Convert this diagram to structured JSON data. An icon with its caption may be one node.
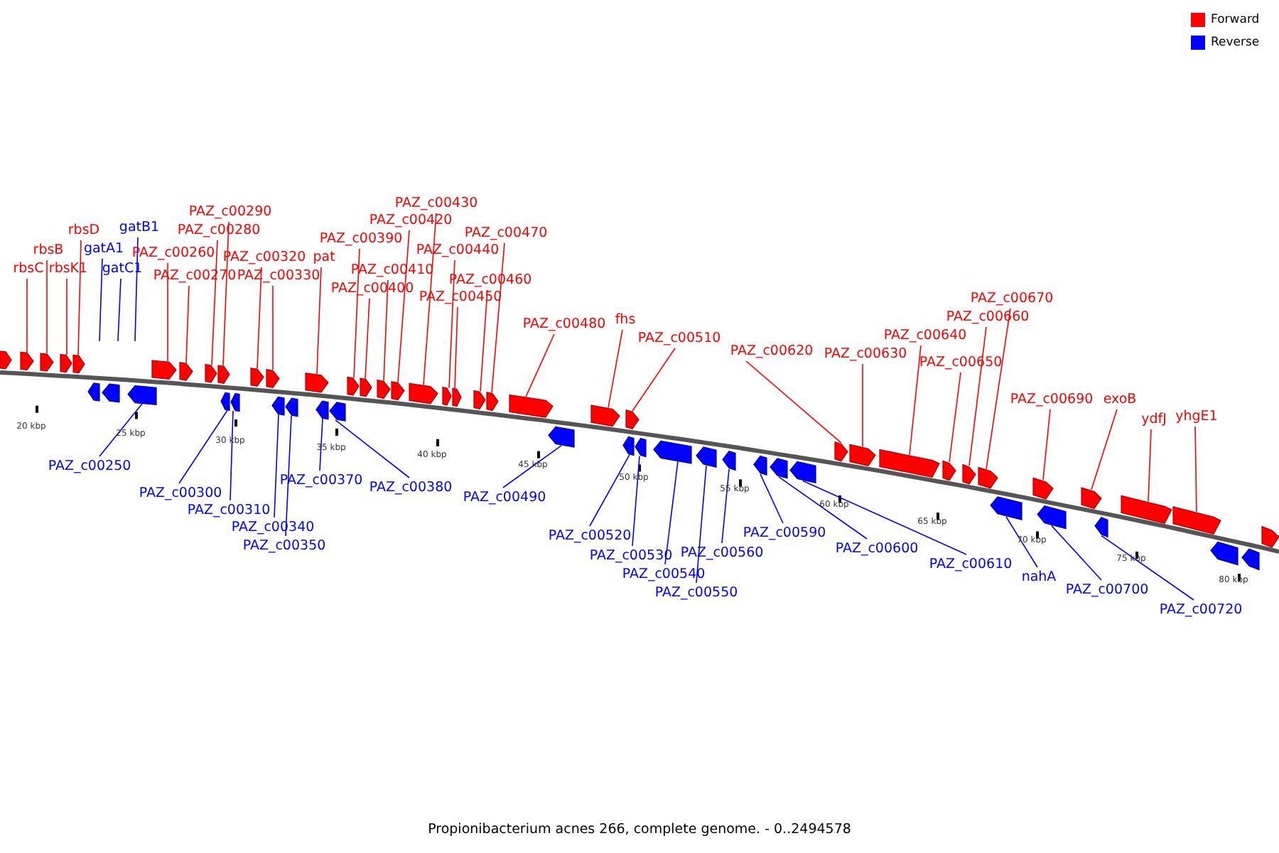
{
  "diagram": {
    "caption": "Propionibacterium acnes 266, complete genome. - 0..2494578",
    "nodes": [
      {
        "text": [
          "rbsC"
        ]
      },
      {
        "text": [
          "rbsB"
        ]
      },
      {
        "text": [
          "rbsK1"
        ]
      },
      {
        "text": [
          "rbsD"
        ]
      },
      {
        "text": [
          "gatA1"
        ]
      },
      {
        "text": [
          "gatC1"
        ]
      },
      {
        "text": [
          "gatB1"
        ]
      },
      {
        "text": [
          "PAZ_c00260"
        ]
      },
      {
        "text": [
          "PAZ_c00270"
        ]
      },
      {
        "text": [
          "PAZ_c00280"
        ]
      },
      {
        "text": [
          "PAZ_c00290"
        ]
      },
      {
        "text": [
          "PAZ_c00320"
        ]
      },
      {
        "text": [
          "PAZ_c00330"
        ]
      },
      {
        "text": [
          "pat"
        ]
      },
      {
        "text": [
          "PAZ_c00390"
        ]
      },
      {
        "text": [
          "PAZ_c00400"
        ]
      },
      {
        "text": [
          "PAZ_c00410"
        ]
      },
      {
        "text": [
          "PAZ_c00420"
        ]
      },
      {
        "text": [
          "PAZ_c00430"
        ]
      },
      {
        "text": [
          "PAZ_c00440"
        ]
      },
      {
        "text": [
          "PAZ_c00450"
        ]
      },
      {
        "text": [
          "PAZ_c00460"
        ]
      },
      {
        "text": [
          "PAZ_c00470"
        ]
      },
      {
        "text": [
          "PAZ_c00480"
        ]
      },
      {
        "text": [
          "fhs"
        ]
      },
      {
        "text": [
          "PAZ_c00510"
        ]
      },
      {
        "text": [
          "PAZ_c00620"
        ]
      },
      {
        "text": [
          "PAZ_c00630"
        ]
      },
      {
        "text": [
          "PAZ_c00640"
        ]
      },
      {
        "text": [
          "PAZ_c00650"
        ]
      },
      {
        "text": [
          "PAZ_c00660"
        ]
      },
      {
        "text": [
          "PAZ_c00670"
        ]
      },
      {
        "text": [
          "PAZ_c00690"
        ]
      },
      {
        "text": [
          "exoB"
        ]
      },
      {
        "text": [
          "ydfJ"
        ]
      },
      {
        "text": [
          "yhgE1"
        ]
      },
      {
        "text": [
          "PAZ_c00250"
        ]
      },
      {
        "text": [
          "PAZ_c00300"
        ]
      },
      {
        "text": [
          "PAZ_c00310"
        ]
      },
      {
        "text": [
          "PAZ_c00340"
        ]
      },
      {
        "text": [
          "PAZ_c00350"
        ]
      },
      {
        "text": [
          "PAZ_c00370"
        ]
      },
      {
        "text": [
          "PAZ_c00380"
        ]
      },
      {
        "text": [
          "PAZ_c00490"
        ]
      },
      {
        "text": [
          "PAZ_c00520"
        ]
      },
      {
        "text": [
          "PAZ_c00530"
        ]
      },
      {
        "text": [
          "PAZ_c00540"
        ]
      },
      {
        "text": [
          "PAZ_c00550"
        ]
      },
      {
        "text": [
          "PAZ_c00560"
        ]
      },
      {
        "text": [
          "PAZ_c00590"
        ]
      },
      {
        "text": [
          "PAZ_c00600"
        ]
      },
      {
        "text": [
          "PAZ_c00610"
        ]
      },
      {
        "text": [
          "nahA"
        ]
      },
      {
        "text": [
          "PAZ_c00700"
        ]
      },
      {
        "text": [
          "PAZ_c00720"
        ]
      },
      {
        "text": [],
        "shape": "arrow"
      },
      {
        "text": [],
        "shape": "arrow"
      },
      {
        "text": [],
        "shape": "arrow"
      },
      {
        "text": [],
        "shape": "arrow"
      },
      {
        "text": [],
        "shape": "arrow"
      },
      {
        "text": [],
        "shape": "arrow"
      },
      {
        "text": [],
        "shape": "arrow"
      },
      {
        "text": [],
        "shape": "arrow"
      },
      {
        "text": [],
        "shape": "arrow"
      },
      {
        "text": [],
        "shape": "arrow"
      },
      {
        "text": [],
        "shape": "arrow"
      },
      {
        "text": [],
        "shape": "arrow"
      },
      {
        "text": [],
        "shape": "arrow"
      },
      {
        "text": [],
        "shape": "arrow"
      },
      {
        "text": [],
        "shape": "arrow"
      },
      {
        "text": [],
        "shape": "arrow"
      },
      {
        "text": [],
        "shape": "arrow"
      },
      {
        "text": [],
        "shape": "arrow"
      },
      {
        "text": [],
        "shape": "arrow"
      },
      {
        "text": [],
        "shape": "arrow"
      },
      {
        "text": [],
        "shape": "arrow"
      },
      {
        "text": [],
        "shape": "arrow"
      },
      {
        "text": [],
        "shape": "arrow"
      },
      {
        "text": [],
        "shape": "arrow"
      },
      {
        "text": [],
        "shape": "arrow"
      },
      {
        "text": [],
        "shape": "arrow"
      },
      {
        "text": [],
        "shape": "arrow"
      },
      {
        "text": [],
        "shape": "arrow"
      },
      {
        "text": [],
        "shape": "arrow"
      },
      {
        "text": [],
        "shape": "arrow"
      },
      {
        "text": [],
        "shape": "arrow"
      },
      {
        "text": [],
        "shape": "arrow"
      },
      {
        "text": [],
        "shape": "arrow"
      },
      {
        "text": [],
        "shape": "arrow"
      },
      {
        "text": [],
        "shape": "arrow"
      },
      {
        "text": [],
        "shape": "arrow"
      },
      {
        "text": [],
        "shape": "arrow"
      },
      {
        "text": [],
        "shape": "arrow"
      },
      {
        "text": [],
        "shape": "arrow"
      },
      {
        "text": [],
        "shape": "arrow"
      },
      {
        "text": [],
        "shape": "arrow"
      },
      {
        "text": [],
        "shape": "arrow"
      },
      {
        "text": [],
        "shape": "arrow"
      },
      {
        "text": [],
        "shape": "arrow"
      },
      {
        "text": [],
        "shape": "arrow"
      },
      {
        "text": [],
        "shape": "arrow"
      },
      {
        "text": [],
        "shape": "arrow"
      },
      {
        "text": [],
        "shape": "arrow"
      },
      {
        "text": [],
        "shape": "arrow"
      },
      {
        "text": [],
        "shape": "arrow"
      },
      {
        "text": [],
        "shape": "arrow"
      },
      {
        "text": [],
        "shape": "arrow"
      },
      {
        "text": [],
        "shape": "arrow"
      },
      {
        "text": [],
        "shape": "arrow"
      },
      {
        "text": [],
        "shape": "arrow"
      },
      {
        "text": [],
        "shape": "arrow"
      },
      {
        "text": [],
        "shape": "arrow"
      },
      {
        "text": [],
        "shape": "arrow"
      }
    ],
    "edges": [
      {
        "from": 0,
        "to": 55,
        "arrow": "none"
      },
      {
        "from": 1,
        "to": 56,
        "arrow": "none"
      },
      {
        "from": 2,
        "to": 57,
        "arrow": "none"
      },
      {
        "from": 3,
        "to": 58,
        "arrow": "none"
      },
      {
        "from": 4,
        "to": null,
        "arrow": "none",
        "color": "#0000ff"
      },
      {
        "from": 5,
        "to": null,
        "arrow": "none",
        "color": "#0000ff"
      },
      {
        "from": 6,
        "to": null,
        "arrow": "none",
        "color": "#0000ff"
      },
      {
        "from": 7,
        "to": 60,
        "arrow": "none"
      },
      {
        "from": 8,
        "to": 61,
        "arrow": "none"
      },
      {
        "from": 9,
        "to": 62,
        "arrow": "none"
      },
      {
        "from": 10,
        "to": 63,
        "arrow": "none"
      },
      {
        "from": 11,
        "to": 66,
        "arrow": "none"
      },
      {
        "from": 12,
        "to": 67,
        "arrow": "none"
      },
      {
        "from": 13,
        "to": 70,
        "arrow": "none"
      },
      {
        "from": 14,
        "to": 73,
        "arrow": "none"
      },
      {
        "from": 15,
        "to": 74,
        "arrow": "none"
      },
      {
        "from": 16,
        "to": 75,
        "arrow": "none"
      },
      {
        "from": 17,
        "to": 76,
        "arrow": "none"
      },
      {
        "from": 18,
        "to": 77,
        "arrow": "none"
      },
      {
        "from": 19,
        "to": 78,
        "arrow": "none"
      },
      {
        "from": 20,
        "to": 79,
        "arrow": "none"
      },
      {
        "from": 21,
        "to": 80,
        "arrow": "none"
      },
      {
        "from": 22,
        "to": 81,
        "arrow": "none"
      },
      {
        "from": 23,
        "to": 82,
        "arrow": "none"
      },
      {
        "from": 24,
        "to": 84,
        "arrow": "none"
      },
      {
        "from": 25,
        "to": 86,
        "arrow": "none"
      },
      {
        "from": 26,
        "to": 94,
        "arrow": "none"
      },
      {
        "from": 27,
        "to": 95,
        "arrow": "none"
      },
      {
        "from": 28,
        "to": 96,
        "arrow": "none"
      },
      {
        "from": 29,
        "to": 97,
        "arrow": "none"
      },
      {
        "from": 30,
        "to": 98,
        "arrow": "none"
      },
      {
        "from": 31,
        "to": 99,
        "arrow": "none"
      },
      {
        "from": 32,
        "to": 101,
        "arrow": "none"
      },
      {
        "from": 33,
        "to": 103,
        "arrow": "none"
      },
      {
        "from": 34,
        "to": 105,
        "arrow": "none"
      },
      {
        "from": 35,
        "to": 106,
        "arrow": "none"
      },
      {
        "from": 36,
        "to": 59,
        "arrow": "none",
        "color": "#0000ff"
      },
      {
        "from": 37,
        "to": 64,
        "arrow": "none",
        "color": "#0000ff"
      },
      {
        "from": 38,
        "to": 65,
        "arrow": "none",
        "color": "#0000ff"
      },
      {
        "from": 39,
        "to": 68,
        "arrow": "none",
        "color": "#0000ff"
      },
      {
        "from": 40,
        "to": 69,
        "arrow": "none",
        "color": "#0000ff"
      },
      {
        "from": 41,
        "to": 71,
        "arrow": "none",
        "color": "#0000ff"
      },
      {
        "from": 42,
        "to": 72,
        "arrow": "none",
        "color": "#0000ff"
      },
      {
        "from": 43,
        "to": 83,
        "arrow": "none",
        "color": "#0000ff"
      },
      {
        "from": 44,
        "to": 85,
        "arrow": "none",
        "color": "#0000ff"
      },
      {
        "from": 45,
        "to": 87,
        "arrow": "none",
        "color": "#0000ff"
      },
      {
        "from": 46,
        "to": 88,
        "arrow": "none",
        "color": "#0000ff"
      },
      {
        "from": 47,
        "to": 89,
        "arrow": "none",
        "color": "#0000ff"
      },
      {
        "from": 48,
        "to": 90,
        "arrow": "none",
        "color": "#0000ff"
      },
      {
        "from": 49,
        "to": 91,
        "arrow": "none",
        "color": "#0000ff"
      },
      {
        "from": 50,
        "to": 92,
        "arrow": "none",
        "color": "#0000ff"
      },
      {
        "from": 51,
        "to": 93,
        "arrow": "none",
        "color": "#0000ff"
      },
      {
        "from": 52,
        "to": 100,
        "arrow": "none",
        "color": "#0000ff"
      },
      {
        "from": 53,
        "to": 102,
        "arrow": "none",
        "color": "#0000ff"
      },
      {
        "from": 54,
        "to": 104,
        "arrow": "none",
        "color": "#0000ff"
      }
    ],
    "labels": [
      "20 kbp",
      "25 kbp",
      "30 kbp",
      "35 kbp",
      "40 kbp",
      "45 kbp",
      "50 kbp",
      "55 kbp",
      "60 kbp",
      "65 kbp",
      "70 kbp",
      "75 kbp",
      "80 kbp"
    ],
    "legend": [
      {
        "text": "Forward",
        "color": "#ff0000"
      },
      {
        "text": "Reverse",
        "color": "#0000ff"
      }
    ]
  }
}
